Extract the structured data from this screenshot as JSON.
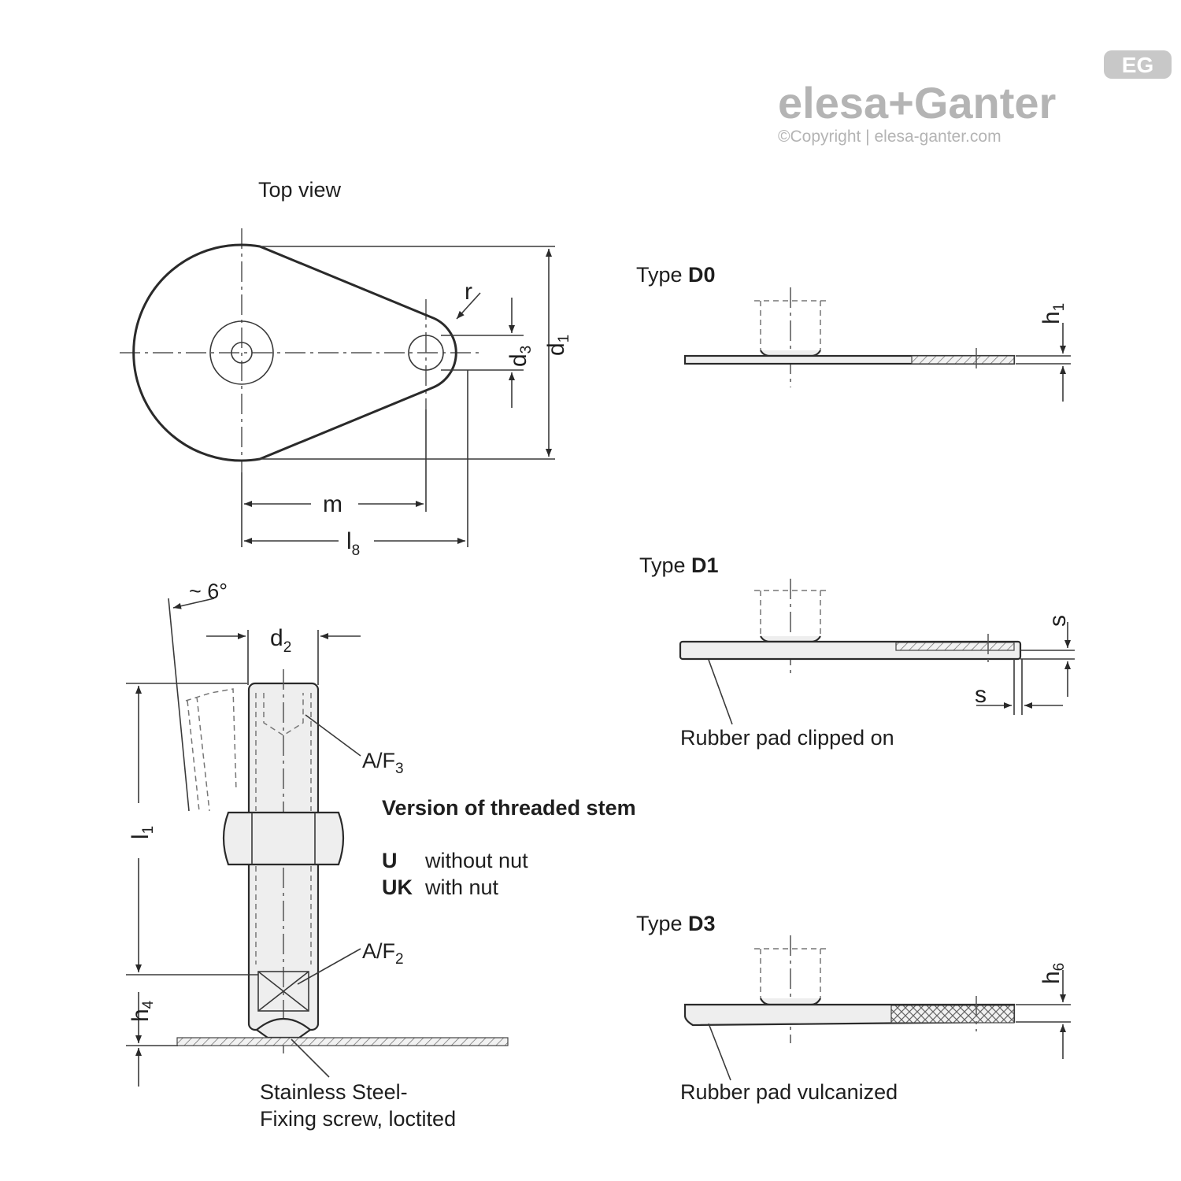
{
  "brand": {
    "logo_text": "elesa+Ganter",
    "badge_text": "EG",
    "copyright": "©Copyright | elesa-ganter.com"
  },
  "views": {
    "top_view_title": "Top view",
    "type_d0": {
      "prefix": "Type ",
      "code": "D0"
    },
    "type_d1": {
      "prefix": "Type ",
      "code": "D1"
    },
    "type_d3": {
      "prefix": "Type ",
      "code": "D3"
    }
  },
  "dimensions": {
    "r": "r",
    "d3_base": "d",
    "d3_sub": "3",
    "d1_base": "d",
    "d1_sub": "1",
    "m": "m",
    "l8_base": "l",
    "l8_sub": "8",
    "angle": "~ 6°",
    "d2_base": "d",
    "d2_sub": "2",
    "l1_base": "l",
    "l1_sub": "1",
    "h4_base": "h",
    "h4_sub": "4",
    "h1_base": "h",
    "h1_sub": "1",
    "h6_base": "h",
    "h6_sub": "6",
    "s_top": "s",
    "s_bottom": "s"
  },
  "callouts": {
    "af3_base": "A/F",
    "af3_sub": "3",
    "af2_base": "A/F",
    "af2_sub": "2",
    "fixing_line1": "Stainless Steel-",
    "fixing_line2": "Fixing screw, loctited",
    "rubber_clipped": "Rubber pad clipped on",
    "rubber_vulcanized": "Rubber pad vulcanized"
  },
  "stem_versions": {
    "title": "Version of threaded stem",
    "items": [
      {
        "code": "U",
        "description": "without nut"
      },
      {
        "code": "UK",
        "description": "with nut"
      }
    ]
  }
}
